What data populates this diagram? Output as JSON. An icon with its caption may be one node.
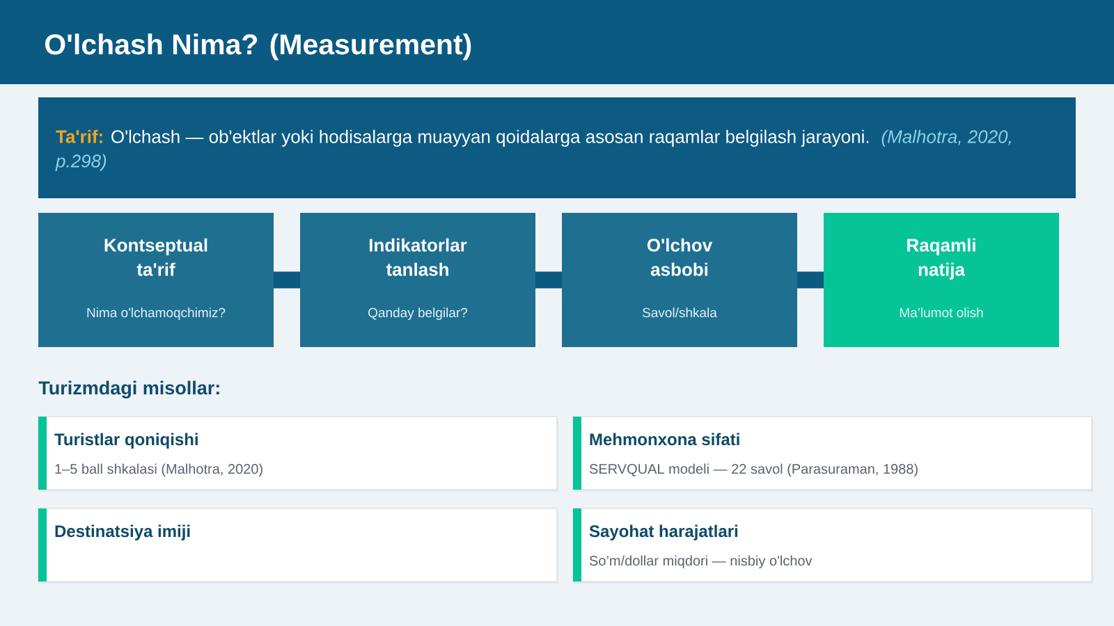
{
  "diagram": {
    "title": "O'lchash Nima? (Measurement)",
    "nodes": [
      {
        "text": [
          "Ta'rif:",
          "O'lchash — ob'ektlar yoki hodisalarga muayyan qoidalarga asosan raqamlar belgilash jarayoni.",
          "(Malhotra, 2020, p.298)"
        ]
      },
      {
        "text": [
          "Kontseptual ta'rif",
          "Nima o'lchamoqchimiz?"
        ]
      },
      {
        "text": [
          "Indikatorlar tanlash",
          "Qanday belgilar?"
        ]
      },
      {
        "text": [
          "O'lchov asbobi",
          "Savol/shkala"
        ]
      },
      {
        "text": [
          "Raqamli natija",
          "Ma’lumot olish"
        ]
      },
      {
        "text": [
          "Turistlar qoniqishi",
          "1–5 ball shkalasi (Malhotra, 2020)"
        ]
      },
      {
        "text": [
          "Mehmonxona sifati",
          "SERVQUAL modeli — 22 savol (Parasuraman, 1988)"
        ]
      },
      {
        "text": [
          "Destinatsiya imiji"
        ]
      },
      {
        "text": [
          "Sayohat harajatlari",
          "So’m/dollar miqdori — nisbiy o'lchov"
        ]
      }
    ],
    "edges": [
      {
        "from": 1,
        "to": 2,
        "arrow": "none"
      },
      {
        "from": 2,
        "to": 3,
        "arrow": "none"
      },
      {
        "from": 3,
        "to": 4,
        "arrow": "none"
      }
    ],
    "labels": [
      "Turizmdagi misollar:"
    ]
  }
}
